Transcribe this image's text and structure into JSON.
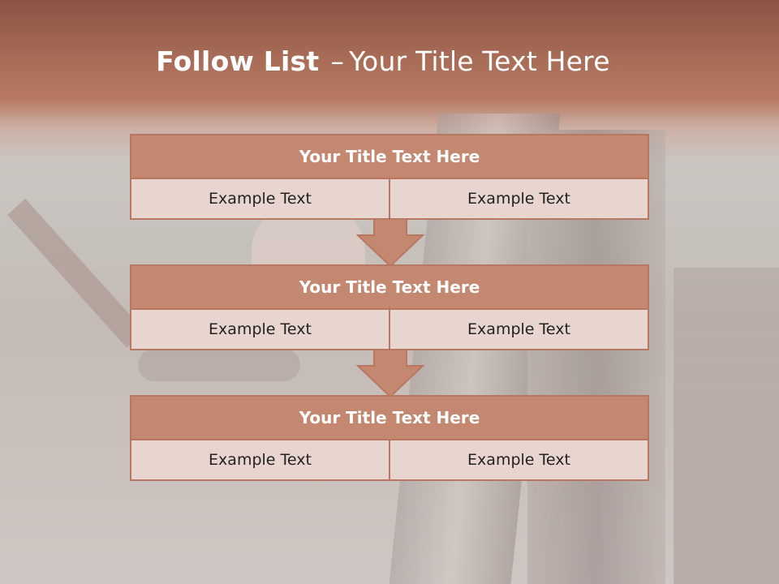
{
  "slide": {
    "title_bold": "Follow List",
    "title_dash": "–",
    "title_rest": "Your Title Text Here"
  },
  "blocks": [
    {
      "title": "Your Title Text Here",
      "cells": [
        "Example Text",
        "Example Text"
      ]
    },
    {
      "title": "Your Title Text Here",
      "cells": [
        "Example Text",
        "Example Text"
      ]
    },
    {
      "title": "Your Title Text Here",
      "cells": [
        "Example Text",
        "Example Text"
      ]
    }
  ],
  "colors": {
    "header_top": "#8a5443",
    "block_title_fill": "#c48770",
    "block_border": "#b77762",
    "cell_fill": "#e9d5d0",
    "arrow_fill": "#c48770"
  },
  "icons": {
    "arrow": "down-arrow-icon"
  }
}
